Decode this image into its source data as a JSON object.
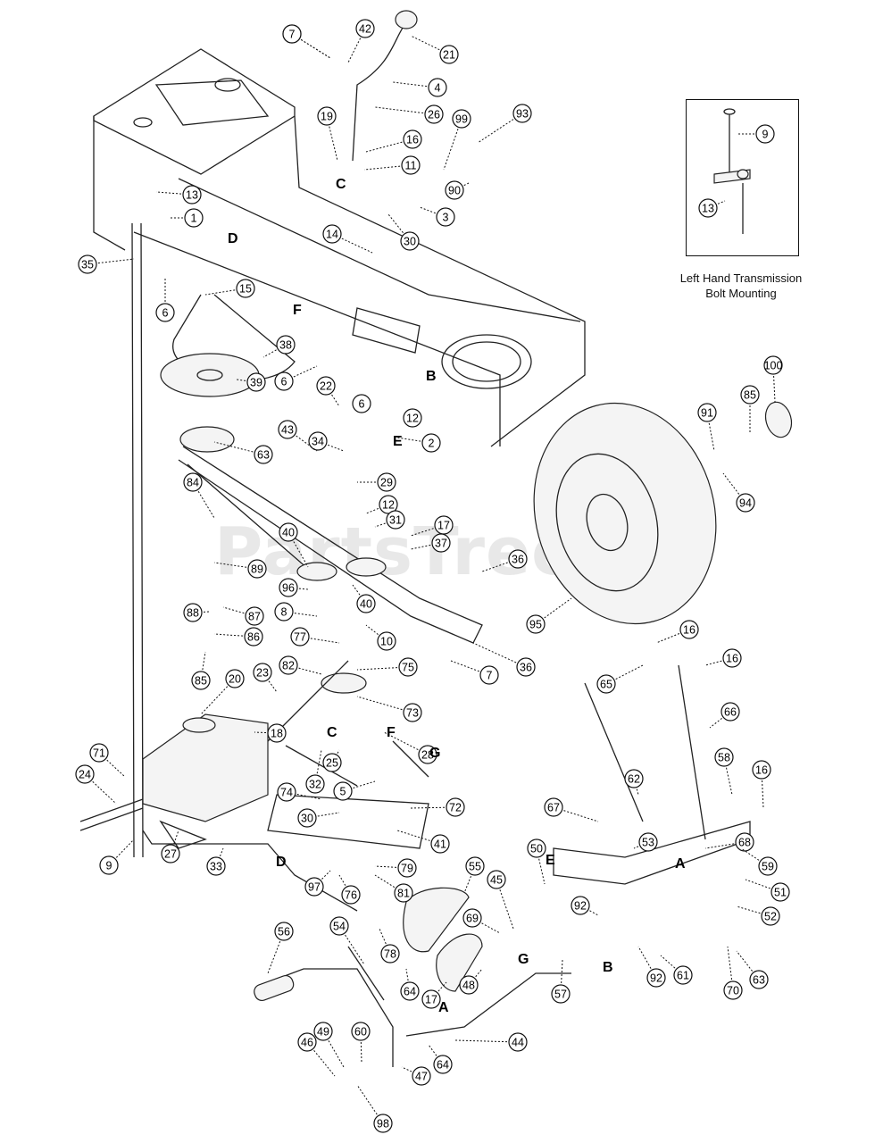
{
  "inset": {
    "caption_line1": "Left Hand Transmission",
    "caption_line2": "Bolt Mounting",
    "callouts": [
      "9",
      "13"
    ]
  },
  "watermark": "PartsTree",
  "section_letters": [
    "A",
    "B",
    "C",
    "D",
    "E",
    "F",
    "G"
  ],
  "callouts": [
    "6",
    "42",
    "21",
    "4",
    "26",
    "19",
    "16",
    "11",
    "99",
    "93",
    "90",
    "13",
    "1",
    "3",
    "30",
    "14",
    "35",
    "15",
    "6",
    "38",
    "39",
    "6",
    "22",
    "12",
    "6",
    "2",
    "34",
    "43",
    "63",
    "29",
    "12",
    "31",
    "84",
    "89",
    "40",
    "40",
    "96",
    "8",
    "10",
    "87",
    "88",
    "86",
    "85",
    "77",
    "82",
    "75",
    "73",
    "20",
    "23",
    "18",
    "71",
    "24",
    "9",
    "27",
    "33",
    "32",
    "25",
    "5",
    "74",
    "30",
    "72",
    "41",
    "79",
    "97",
    "76",
    "81",
    "78",
    "28",
    "100",
    "85",
    "91",
    "94",
    "95",
    "16",
    "16",
    "65",
    "66",
    "62",
    "58",
    "16",
    "67",
    "68",
    "59",
    "51",
    "52",
    "53",
    "50",
    "45",
    "55",
    "54",
    "56",
    "69",
    "92",
    "92",
    "61",
    "70",
    "63",
    "57",
    "17",
    "48",
    "64",
    "46",
    "49",
    "60",
    "98",
    "47",
    "64",
    "44",
    "17",
    "36",
    "36",
    "37",
    "7",
    "7"
  ]
}
